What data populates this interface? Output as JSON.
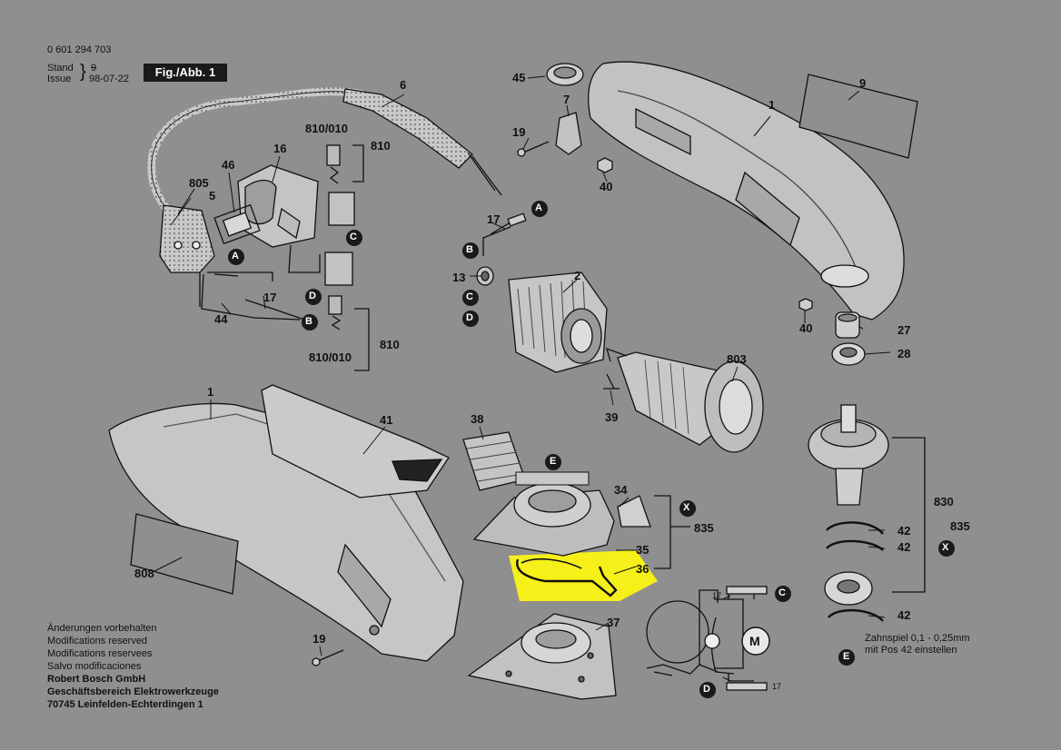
{
  "header": {
    "doc_number": "0 601 294 703",
    "stand_label": "Stand",
    "issue_label": "Issue",
    "stand_old": "9",
    "issue_date": "98-07-22",
    "figure_label": "Fig./Abb. 1"
  },
  "footer": {
    "lines": [
      "Änderungen vorbehalten",
      "Modifications reserved",
      "Modifications reservees",
      "Salvo modificaciones"
    ],
    "company_lines": [
      "Robert Bosch GmbH",
      "Geschäftsbereich Elektrowerkzeuge",
      "70745 Leinfelden-Echterdingen 1"
    ]
  },
  "note": {
    "line1": "Zahnspiel 0,1 - 0,25mm",
    "line2": "mit Pos 42 einstellen"
  },
  "part_labels": {
    "p1a": "1",
    "p1b": "1",
    "p2": "2",
    "p5": "5",
    "p6": "6",
    "p7": "7",
    "p9": "9",
    "p13": "13",
    "p16": "16",
    "p17a": "17",
    "p17b": "17",
    "p19a": "19",
    "p19b": "19",
    "p27": "27",
    "p28": "28",
    "p34": "34",
    "p35": "35",
    "p36": "36",
    "p37": "37",
    "p38": "38",
    "p39": "39",
    "p40a": "40",
    "p40b": "40",
    "p41": "41",
    "p42a": "42",
    "p42b": "42",
    "p42c": "42",
    "p44": "44",
    "p45": "45",
    "p46": "46",
    "p803": "803",
    "p805": "805",
    "p808": "808",
    "p810a": "810",
    "p810b": "810",
    "p810_010a": "810/010",
    "p810_010b": "810/010",
    "p830": "830",
    "p835a": "835",
    "p835b": "835",
    "w17a": "17",
    "w17b": "17"
  },
  "connectors": {
    "A": "A",
    "B": "B",
    "C": "C",
    "D": "D",
    "E": "E",
    "X": "X",
    "M": "M"
  },
  "colors": {
    "background": "#8f8f8f",
    "highlight": "#f5ef1a",
    "ink": "#111111",
    "part_fill": "#bdbdbd",
    "part_light": "#d2d2d2"
  }
}
